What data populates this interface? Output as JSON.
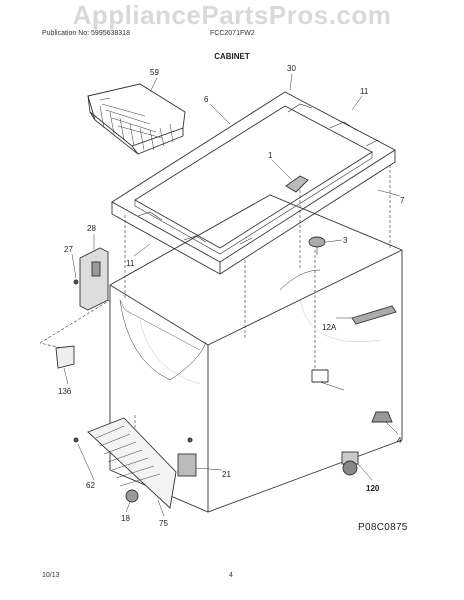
{
  "header": {
    "watermark": "AppliancePartsPros.com",
    "publication": "Publication No: 5995638318",
    "model": "FCC2071FW2",
    "section": "CABINET"
  },
  "callouts": [
    "59",
    "30",
    "6",
    "11",
    "1",
    "7",
    "3",
    "28",
    "27",
    "11",
    "12A",
    "136",
    "4",
    "21",
    "62",
    "120",
    "18",
    "75"
  ],
  "figure_ref": "P08C0875",
  "footer": {
    "date": "10/13",
    "page": "4"
  }
}
